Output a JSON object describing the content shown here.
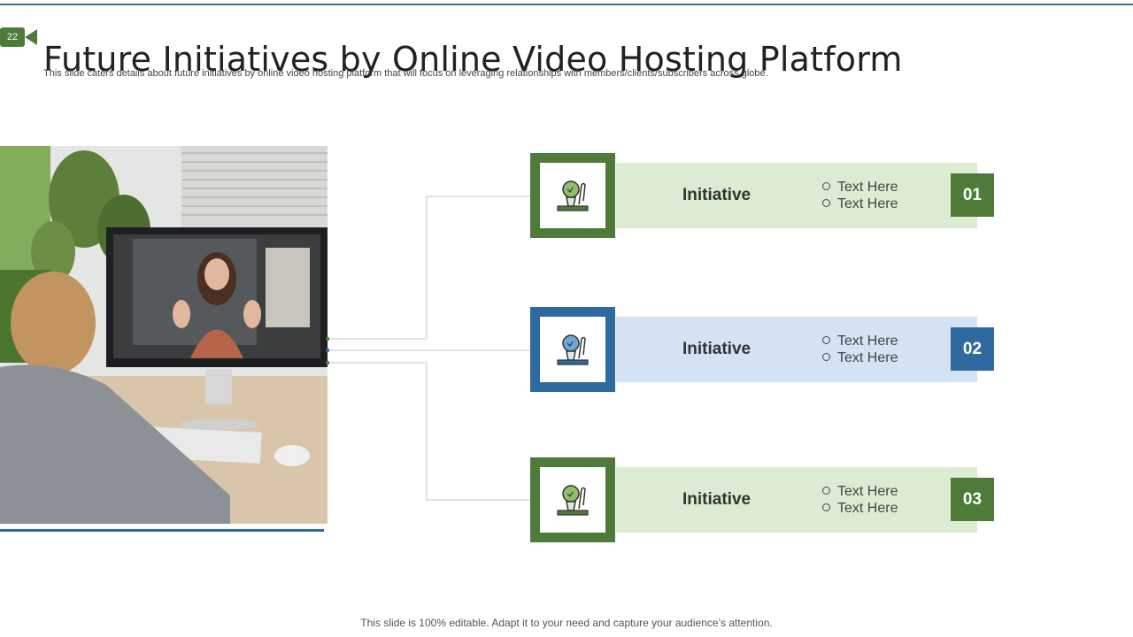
{
  "slide": {
    "number": "22",
    "title": "Future Initiatives by Online Video Hosting Platform",
    "subtitle": "This slide caters details about future initiatives by online video hosting platform that will focus on leveraging relationships with members/clients/subscribers across globe.",
    "footer": "This slide is 100% editable. Adapt it to your need and capture your audience’s attention."
  },
  "colors": {
    "green": "#4f7b3a",
    "blue": "#2e6aa0",
    "light_green": "#dcebd2",
    "light_blue": "#d3e3f3"
  },
  "photo": {
    "icon": "video-call-photo"
  },
  "initiatives": [
    {
      "label": "Initiative",
      "number": "01",
      "bullets": [
        "Text Here",
        "Text Here"
      ],
      "icon": "lightbulb-idea-icon",
      "theme": "green"
    },
    {
      "label": "Initiative",
      "number": "02",
      "bullets": [
        "Text Here",
        "Text Here"
      ],
      "icon": "lightbulb-idea-icon",
      "theme": "blue"
    },
    {
      "label": "Initiative",
      "number": "03",
      "bullets": [
        "Text Here",
        "Text Here"
      ],
      "icon": "lightbulb-idea-icon",
      "theme": "green"
    }
  ]
}
